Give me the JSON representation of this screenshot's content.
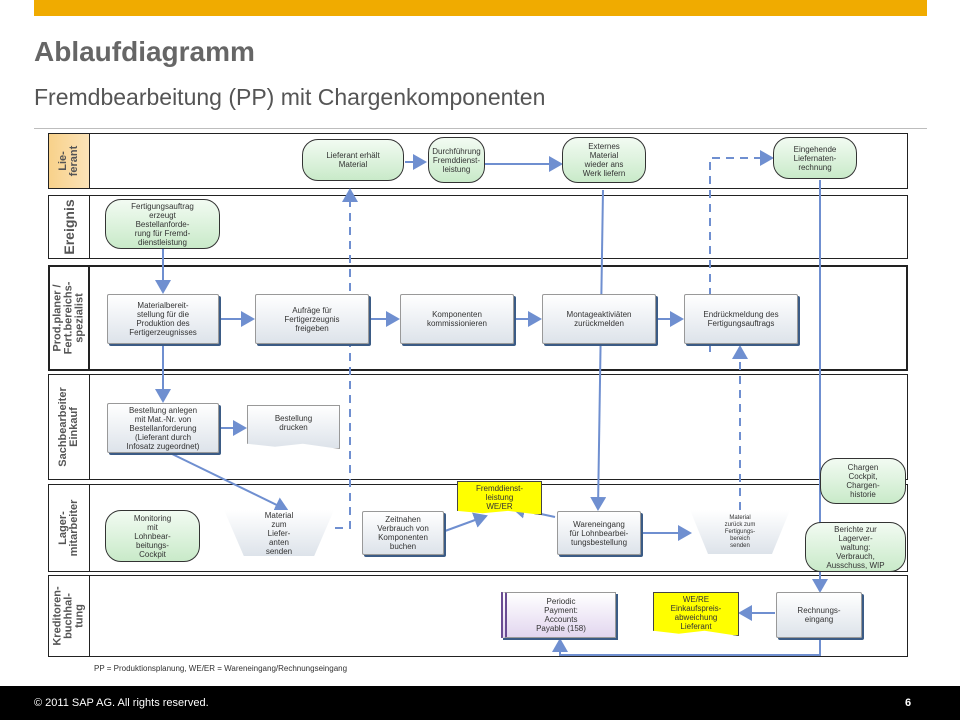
{
  "header": {
    "title": "Ablaufdiagramm",
    "subtitle": "Fremdbearbeitung (PP) mit Chargenkomponenten"
  },
  "lanes": {
    "lieferant": "Lie-\nferant",
    "ereignis": "Ereignis",
    "prodplaner": "Prod.planer /\nFert.bereichs-\nspezialist",
    "sachbearbeiter": "Sachbearbeiter\nEinkauf",
    "lager": "Lager-\nmitarbeiter",
    "kreditoren": "Kreditoren-\nbuchhal-\ntung"
  },
  "nodes": {
    "lieferant_erhaelt": "Lieferant erhält\nMaterial",
    "durchfuehrung": "Durchführung\nFremddienst-\nleistung",
    "externes_material": "Externes\nMaterial\nwieder ans\nWerk liefern",
    "eingehende_rechnung": "Eingehende\nLiefernaten-\nrechnung",
    "fertigungsauftrag": "Fertigungsauftrag\nerzeugt\nBestellanforde-\nrung für Fremd-\ndienstleistung",
    "materialbereitstellung": "Materialbereit-\nstellung für die\nProduktion des\nFertigerzeugnisses",
    "auftraege_freigeben": "Aufräge für\nFertigerzeugnis\nfreigeben",
    "komponenten_kommissionieren": "Komponenten\nkommissionieren",
    "montageaktivitaeten": "Montageaktiviäten\nzurückmelden",
    "endrueckmeldung": "Endrückmeldung des\nFertigungsauftrags",
    "bestellung_anlegen": "Bestellung anlegen\nmit Mat.-Nr. von\nBestellanforderung\n(Lieferant durch\nInfosatz zugeordnet)",
    "bestellung_drucken": "Bestellung\ndrucken",
    "chargen_cockpit": "Chargen\nCockpit,\nChargen-\nhistorie",
    "fremddienstleistung_weer": "Fremddienst-\nleistung\nWE/ER",
    "monitoring": "Monitoring\nmit\nLohnbear-\nbeitungs-\nCockpit",
    "material_senden": "Material\nzum\nLiefer-\nanten\nsenden",
    "zeitnahen_verbrauch": "Zeitnahen\nVerbrauch von\nKomponenten\nbuchen",
    "wareneingang": "Wareneingang\nfür Lohnbearbei-\ntungsbestellung",
    "material_zurueck": "Material\nzurück zum\nFertigungs-\nbereich\nsenden",
    "berichte_lager": "Berichte zur\nLagerver-\nwaltung:\nVerbrauch,\nAusschuss, WIP",
    "periodic_payment": "Periodic\nPayment:\nAccounts\nPayable (158)",
    "weer_abweichung": "WE/RE\nEinkaufspreis-\nabweichung\nLieferant",
    "rechnungseingang": "Rechnungs-\neingang"
  },
  "footnote": "PP = Produktionsplanung, WE/ER = Wareneingang/Rechnungseingang",
  "footer": {
    "copyright": "© 2011 SAP AG. All rights reserved.",
    "page": "6"
  },
  "colors": {
    "accent_bar": "#f0ab00",
    "arrow": "#6f8fd0",
    "event_green": "#c9eac9",
    "doc_yellow": "#ffff00",
    "purple_border": "#6a4c93"
  }
}
